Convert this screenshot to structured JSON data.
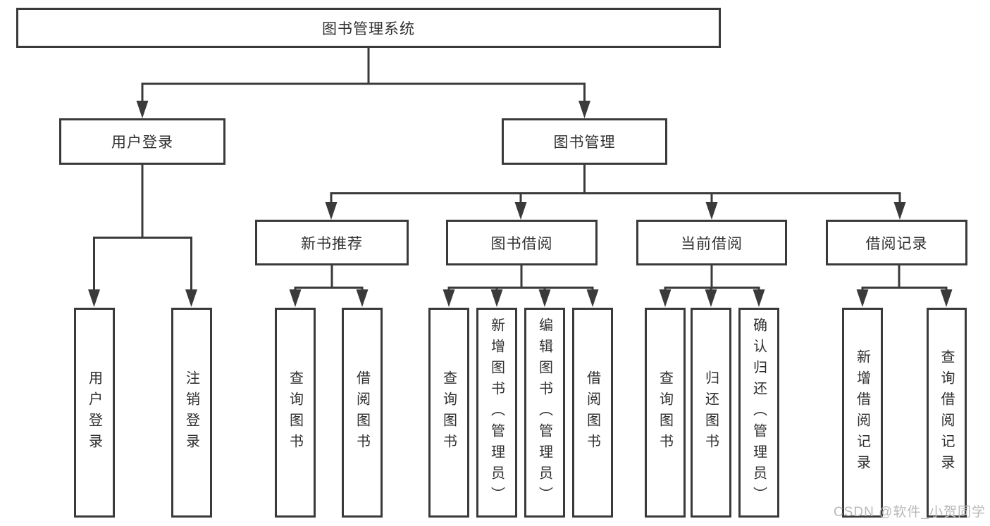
{
  "tree": {
    "label": "图书管理系统",
    "children": [
      {
        "label": "用户登录",
        "children": [
          {
            "label": "用户登录"
          },
          {
            "label": "注销登录"
          }
        ]
      },
      {
        "label": "图书管理",
        "children": [
          {
            "label": "新书推荐",
            "children": [
              {
                "label": "查询图书"
              },
              {
                "label": "借阅图书"
              }
            ]
          },
          {
            "label": "图书借阅",
            "children": [
              {
                "label": "查询图书"
              },
              {
                "label": "新增图书（管理员）"
              },
              {
                "label": "编辑图书（管理员）"
              },
              {
                "label": "借阅图书"
              }
            ]
          },
          {
            "label": "当前借阅",
            "children": [
              {
                "label": "查询图书"
              },
              {
                "label": "归还图书"
              },
              {
                "label": "确认归还（管理员）"
              }
            ]
          },
          {
            "label": "借阅记录",
            "children": [
              {
                "label": "新增借阅记录"
              },
              {
                "label": "查询借阅记录"
              }
            ]
          }
        ]
      }
    ]
  },
  "watermark": {
    "text": "CSDN @软件_小贺同学"
  },
  "colors": {
    "line": "#3a3a3a",
    "text": "#2f2f2f",
    "watermark": "#b9b9b9",
    "background": "#ffffff"
  }
}
